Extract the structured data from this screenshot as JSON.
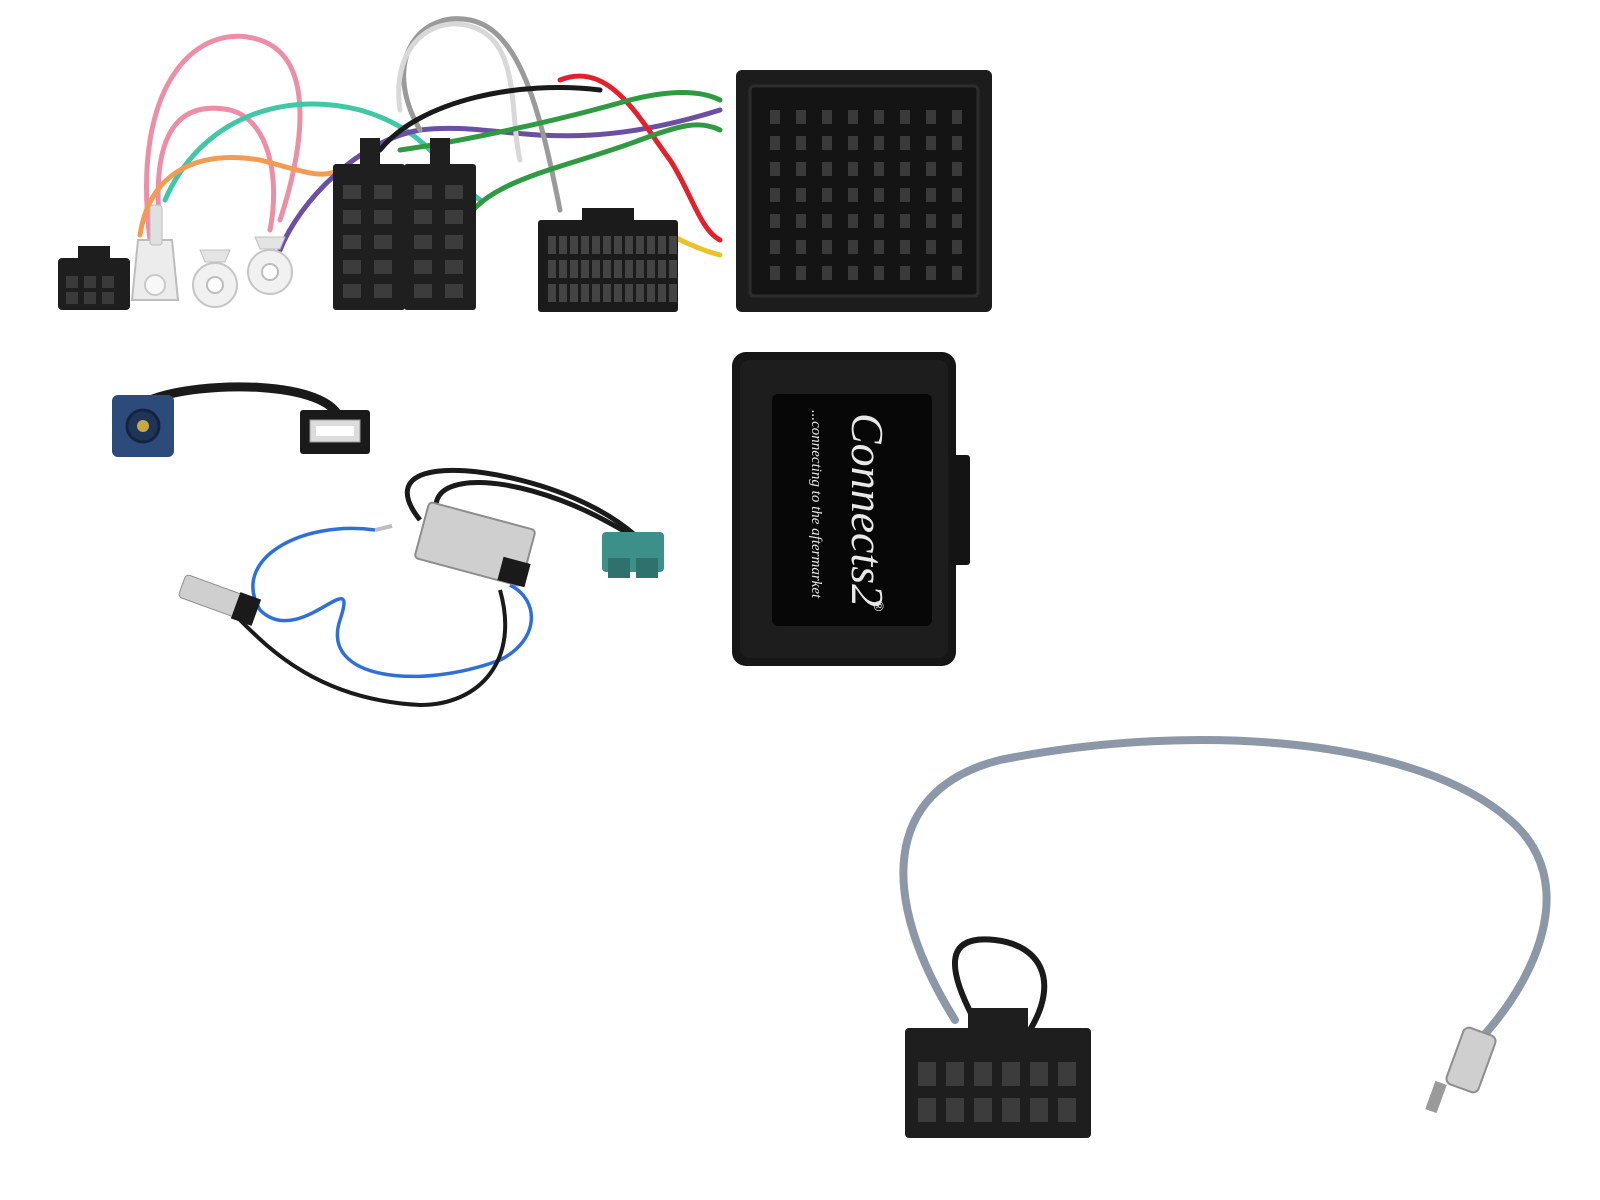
{
  "image": {
    "description_tag": "car-stereo-interface-kit",
    "background": "#ffffff"
  },
  "interface_box": {
    "brand": "Connects2",
    "registered_mark": "®",
    "tagline": "...connecting to the aftermarket",
    "colors": {
      "body": "#141414",
      "label": "#070707",
      "text": "#e8e8e8"
    }
  },
  "wire_colors": {
    "pink": "#ec8fa6",
    "teal": "#3fc7a6",
    "orange": "#f29b52",
    "red": "#e2212b",
    "green": "#2f9a42",
    "purple": "#6b4fa2",
    "grey": "#9a9a9a",
    "white": "#d8d8d8",
    "yellow": "#e8c32a",
    "black": "#1a1a1a",
    "blue": "#2f6fd8",
    "cable_grey": "#8c97a8"
  },
  "connector_colors": {
    "black": "#1e1e1e",
    "fakra_blue": "#2c4a7a",
    "fakra_teal": "#3d8f8a",
    "metal": "#c9c9c9"
  }
}
